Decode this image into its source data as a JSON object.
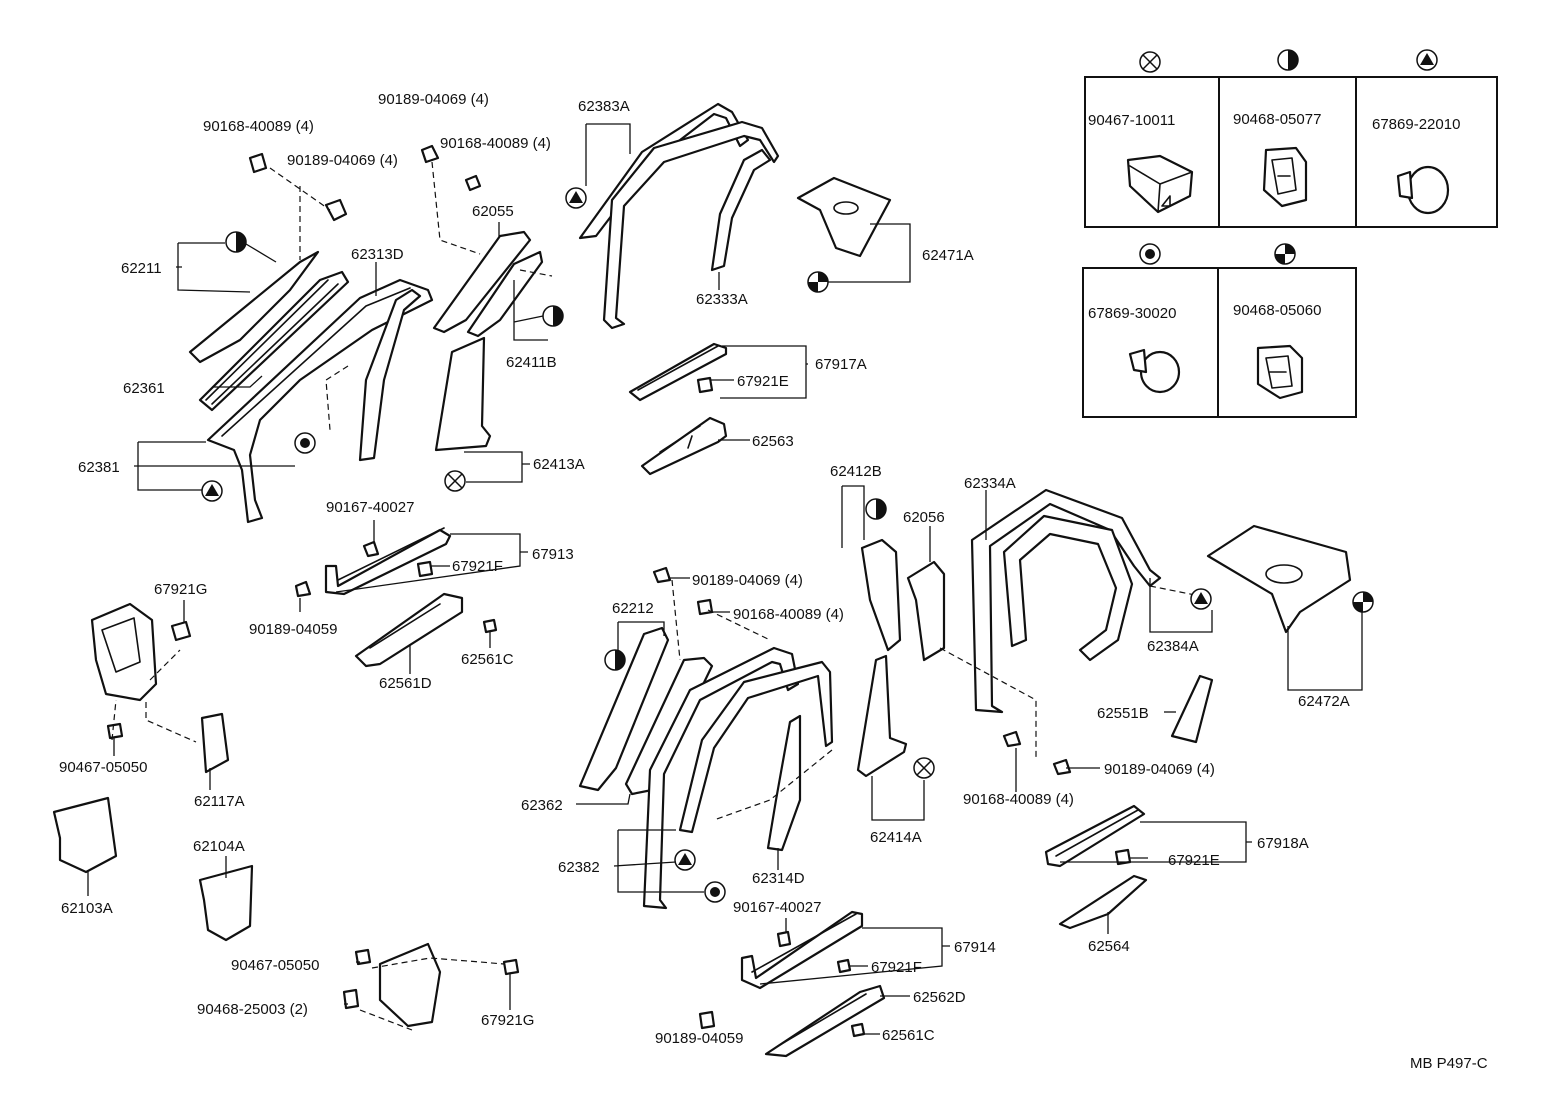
{
  "diagram_code": "MB P497-C",
  "legend": [
    {
      "symbol": "cross-circle-icon",
      "part": "90467-10011"
    },
    {
      "symbol": "half-circle-icon",
      "part": "90468-05077"
    },
    {
      "symbol": "triangle-circle-icon",
      "part": "67869-22010"
    },
    {
      "symbol": "dot-circle-icon",
      "part": "67869-30020"
    },
    {
      "symbol": "quarter-circle-icon",
      "part": "90468-05060"
    }
  ],
  "labels": {
    "p90168_top": "90168-40089 (4)",
    "p90189_top1": "90189-04069 (4)",
    "p90189_top2": "90189-04069 (4)",
    "p90168_top2": "90168-40089 (4)",
    "p62383A": "62383A",
    "p62055": "62055",
    "p62211": "62211",
    "p62313D": "62313D",
    "p62361": "62361",
    "p62411B": "62411B",
    "p62333A": "62333A",
    "p62471A": "62471A",
    "p67917A": "67917A",
    "p67921E_top": "67921E",
    "p62563": "62563",
    "p62381": "62381",
    "p62413A": "62413A",
    "p90167_top": "90167-40027",
    "p67913": "67913",
    "p67921F_top": "67921F",
    "p90189_04059_top": "90189-04059",
    "p62561C_top": "62561C",
    "p62561D": "62561D",
    "p67921G_top": "67921G",
    "p90467_05050_top": "90467-05050",
    "p62117A": "62117A",
    "p62103A": "62103A",
    "p62104A": "62104A",
    "p90467_05050_bot": "90467-05050",
    "p90468_25003": "90468-25003 (2)",
    "p67921G_bot": "67921G",
    "p62412B": "62412B",
    "p62056": "62056",
    "p62334A": "62334A",
    "p90189_mid": "90189-04069 (4)",
    "p90168_mid": "90168-40089 (4)",
    "p62212": "62212",
    "p62384A": "62384A",
    "p62472A": "62472A",
    "p62551B": "62551B",
    "p90189_right": "90189-04069 (4)",
    "p90168_right": "90168-40089 (4)",
    "p62362": "62362",
    "p62414A": "62414A",
    "p62382": "62382",
    "p62314D": "62314D",
    "p67918A": "67918A",
    "p67921E_bot": "67921E",
    "p62564": "62564",
    "p90167_bot": "90167-40027",
    "p67914": "67914",
    "p67921F_bot": "67921F",
    "p62562D": "62562D",
    "p90189_04059_bot": "90189-04059",
    "p62561C_bot": "62561C"
  }
}
